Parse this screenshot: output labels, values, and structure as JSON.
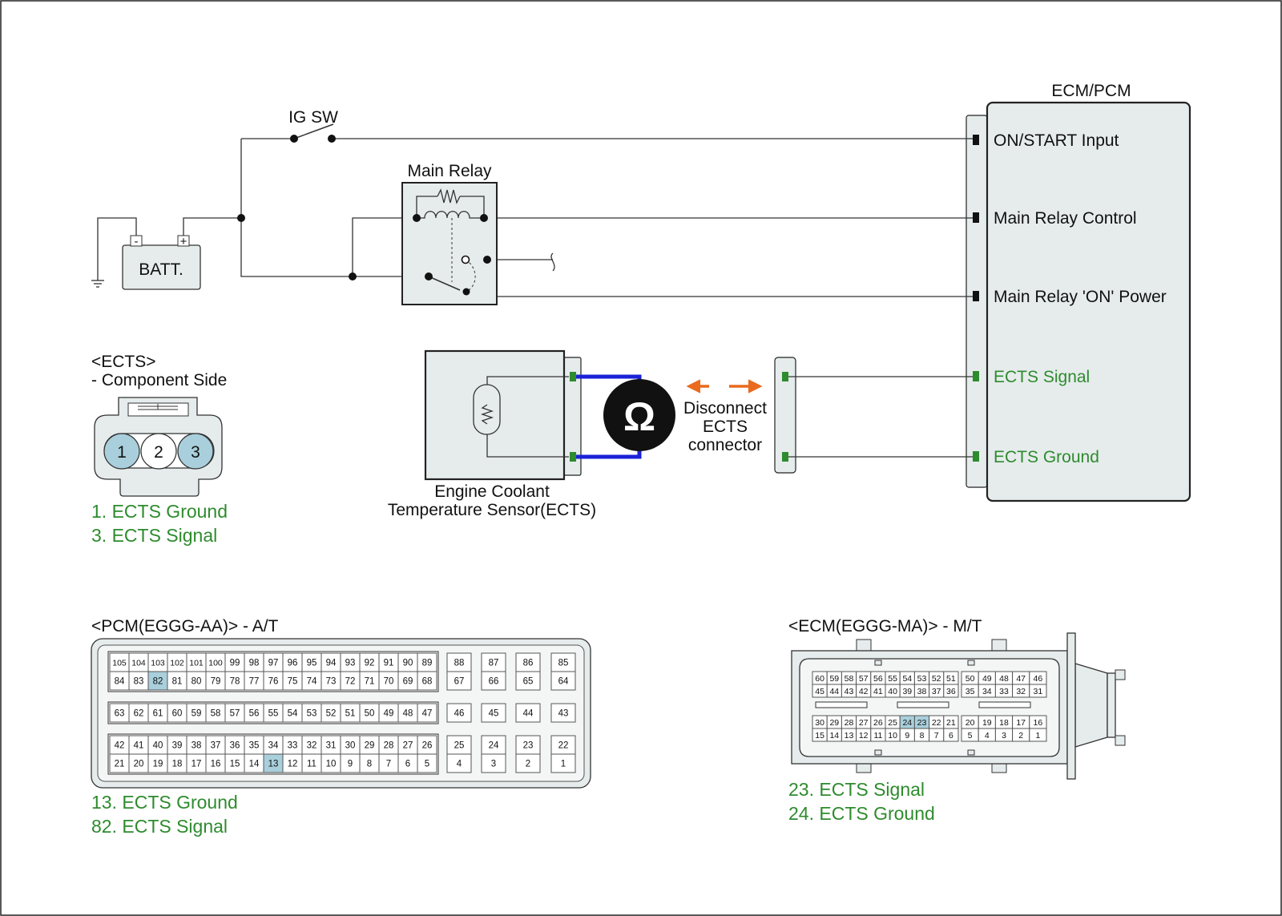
{
  "colors": {
    "green": "#2e8b2e",
    "blue_wire": "#1a22d8",
    "arrow": "#ea6a1e",
    "highlight": "#a9cfdc"
  },
  "circuit": {
    "ig_sw": "IG SW",
    "main_relay": "Main Relay",
    "batt": "BATT.",
    "batt_minus": "-",
    "batt_plus": "+",
    "ecm_title": "ECM/PCM",
    "ecm_terminals": [
      "ON/START Input",
      "Main Relay Control",
      "Main Relay 'ON' Power",
      "ECTS Signal",
      "ECTS Ground"
    ],
    "ohm_symbol": "Ω",
    "disconnect": [
      "Disconnect",
      "ECTS",
      "connector"
    ],
    "sensor_name": [
      "Engine Coolant",
      "Temperature Sensor(ECTS)"
    ]
  },
  "ects_connector": {
    "title": "<ECTS>",
    "subtitle": "- Component Side",
    "pins": [
      "1",
      "2",
      "3"
    ],
    "legend": [
      "1. ECTS Ground",
      "3. ECTS Signal"
    ]
  },
  "pcm_connector": {
    "title": "<PCM(EGGG-AA)> - A/T",
    "legend": [
      "13. ECTS Ground",
      "82. ECTS Signal"
    ],
    "highlighted": [
      "82",
      "13"
    ],
    "blocks": [
      {
        "rows": [
          [
            "105",
            "104",
            "103",
            "102",
            "101",
            "100",
            "99",
            "98",
            "97",
            "96",
            "95",
            "94",
            "93",
            "92",
            "91",
            "90",
            "89"
          ],
          [
            "84",
            "83",
            "82",
            "81",
            "80",
            "79",
            "78",
            "77",
            "76",
            "75",
            "74",
            "73",
            "72",
            "71",
            "70",
            "69",
            "68"
          ]
        ],
        "side": [
          [
            "88",
            "87",
            "86",
            "85"
          ],
          [
            "67",
            "66",
            "65",
            "64"
          ]
        ]
      },
      {
        "rows": [
          [
            "63",
            "62",
            "61",
            "60",
            "59",
            "58",
            "57",
            "56",
            "55",
            "54",
            "53",
            "52",
            "51",
            "50",
            "49",
            "48",
            "47"
          ]
        ],
        "side": [
          [
            "46",
            "45",
            "44",
            "43"
          ]
        ]
      },
      {
        "rows": [
          [
            "42",
            "41",
            "40",
            "39",
            "38",
            "37",
            "36",
            "35",
            "34",
            "33",
            "32",
            "31",
            "30",
            "29",
            "28",
            "27",
            "26"
          ],
          [
            "21",
            "20",
            "19",
            "18",
            "17",
            "16",
            "15",
            "14",
            "13",
            "12",
            "11",
            "10",
            "9",
            "8",
            "7",
            "6",
            "5"
          ]
        ],
        "side": [
          [
            "25",
            "24",
            "23",
            "22"
          ],
          [
            "4",
            "3",
            "2",
            "1"
          ]
        ]
      }
    ]
  },
  "ecm_connector": {
    "title": "<ECM(EGGG-MA)> - M/T",
    "legend": [
      "23. ECTS Signal",
      "24. ECTS Ground"
    ],
    "highlighted": [
      "24",
      "23"
    ],
    "upper": [
      [
        "60",
        "59",
        "58",
        "57",
        "56",
        "55",
        "54",
        "53",
        "52",
        "51"
      ],
      [
        "45",
        "44",
        "43",
        "42",
        "41",
        "40",
        "39",
        "38",
        "37",
        "36"
      ]
    ],
    "upper_side": [
      [
        "50",
        "49",
        "48",
        "47",
        "46"
      ],
      [
        "35",
        "34",
        "33",
        "32",
        "31"
      ]
    ],
    "lower": [
      [
        "30",
        "29",
        "28",
        "27",
        "26",
        "25",
        "24",
        "23",
        "22",
        "21"
      ],
      [
        "15",
        "14",
        "13",
        "12",
        "11",
        "10",
        "9",
        "8",
        "7",
        "6"
      ]
    ],
    "lower_side": [
      [
        "20",
        "19",
        "18",
        "17",
        "16"
      ],
      [
        "5",
        "4",
        "3",
        "2",
        "1"
      ]
    ]
  }
}
